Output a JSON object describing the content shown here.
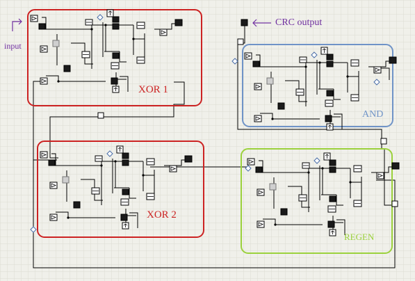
{
  "labels": {
    "input": "input",
    "crc_output": "CRC output",
    "xor1": "XOR 1",
    "xor2": "XOR 2",
    "and": "AND",
    "regen": "REGEN"
  },
  "colors": {
    "grid_bg": "#f0f0ea",
    "grid_line": "#dcdcd2",
    "xor_border": "#cc2222",
    "and_border": "#6f93c7",
    "regen_border": "#9bd13c",
    "label_text": "#7030a0",
    "wire": "#000000"
  }
}
